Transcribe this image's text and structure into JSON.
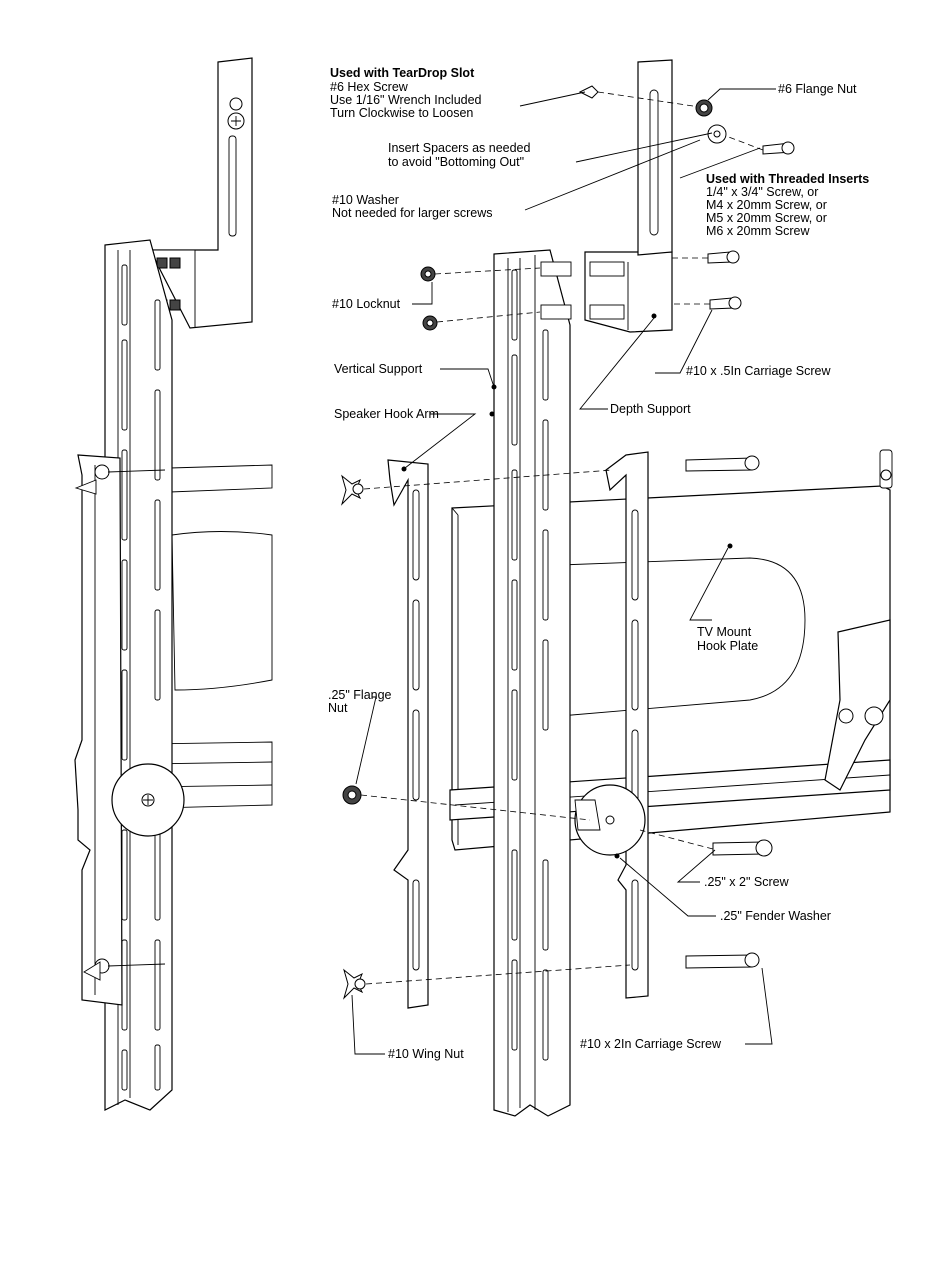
{
  "labels": {
    "teardrop_header": "Used with TearDrop Slot",
    "hex_screw": "#6 Hex Screw",
    "wrench": "Use 1/16\" Wrench Included",
    "turn": "Turn Clockwise to Loosen",
    "flange_nut_6": "#6 Flange Nut",
    "spacers_1": "Insert Spacers as needed",
    "spacers_2": "to avoid \"Bottoming Out\"",
    "threaded_header": "Used with Threaded Inserts",
    "screw_quarter": "1/4\" x 3/4\" Screw, or",
    "screw_m4": "M4 x 20mm Screw, or",
    "screw_m5": "M5 x 20mm Screw, or",
    "screw_m6": "M6 x 20mm Screw",
    "washer_1": "#10 Washer",
    "washer_2": "Not needed for larger screws",
    "locknut": "#10 Locknut",
    "carriage_05": "#10 x .5In Carriage Screw",
    "vertical_support": "Vertical Support",
    "depth_support": "Depth Support",
    "speaker_hook_arm": "Speaker Hook Arm",
    "tv_mount_1": "TV Mount",
    "tv_mount_2": "Hook Plate",
    "flange_nut_25_1": ".25\" Flange",
    "flange_nut_25_2": "Nut",
    "screw_25x2": ".25\" x 2\" Screw",
    "fender_washer": ".25\" Fender Washer",
    "wing_nut": "#10 Wing Nut",
    "carriage_2": "#10 x 2In Carriage Screw"
  }
}
